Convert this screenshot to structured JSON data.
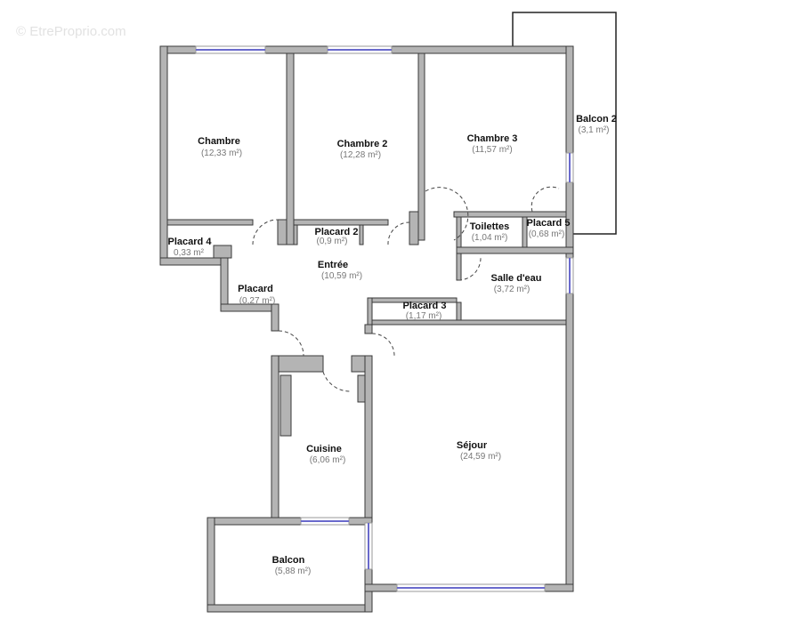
{
  "watermark": "© EtreProprio.com",
  "rooms": [
    {
      "name": "Chambre",
      "area": "(12,33 m²)"
    },
    {
      "name": "Chambre 2",
      "area": "(12,28 m²)"
    },
    {
      "name": "Chambre 3",
      "area": "(11,57 m²)"
    },
    {
      "name": "Balcon 2",
      "area": "(3,1 m²)"
    },
    {
      "name": "Placard 4",
      "area": "0,33 m²"
    },
    {
      "name": "Placard 2",
      "area": "(0,9 m²)"
    },
    {
      "name": "Toilettes",
      "area": "(1,04 m²)"
    },
    {
      "name": "Placard 5",
      "area": "(0,68 m²)"
    },
    {
      "name": "Entrée",
      "area": "(10,59 m²)"
    },
    {
      "name": "Salle d'eau",
      "area": "(3,72 m²)"
    },
    {
      "name": "Placard",
      "area": "(0,27 m²)"
    },
    {
      "name": "Placard 3",
      "area": "(1,17 m²)"
    },
    {
      "name": "Cuisine",
      "area": "(6,06 m²)"
    },
    {
      "name": "Séjour",
      "area": "(24,59 m²)"
    },
    {
      "name": "Balcon",
      "area": "(5,88 m²)"
    }
  ]
}
